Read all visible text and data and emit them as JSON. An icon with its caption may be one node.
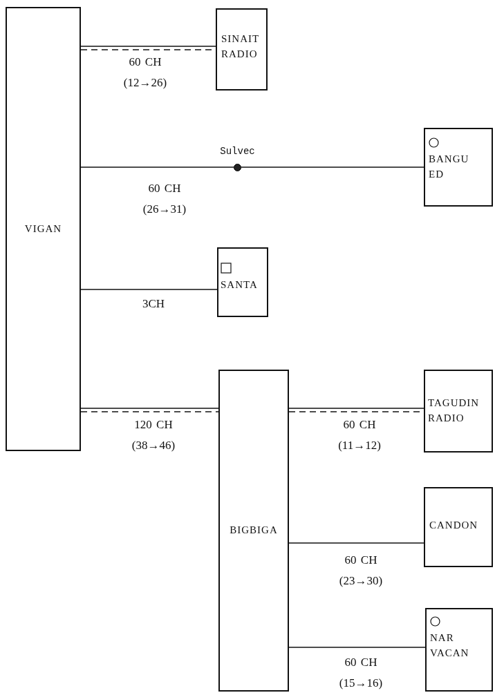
{
  "diagram": {
    "nodes": [
      {
        "text": [
          "VIGAN"
        ]
      },
      {
        "text": [
          "SINAIT RADIO"
        ]
      },
      {
        "text": [],
        "shape": "circle",
        "beside": [
          "Sulvec"
        ]
      },
      {
        "text": [
          "BANGU ED"
        ]
      },
      {
        "text": [
          "SANTA"
        ]
      },
      {
        "text": [
          "BIGBIGA"
        ]
      },
      {
        "text": [
          "TAGUDIN RADIO"
        ]
      },
      {
        "text": [
          "CANDON"
        ]
      },
      {
        "text": [
          "NAR VACAN"
        ]
      }
    ],
    "edges": [
      {
        "from": 0,
        "to": 1,
        "arrow": "none",
        "label": "60 CH (12→26)",
        "style": "dashed"
      },
      {
        "from": 0,
        "to": 2,
        "arrow": "none",
        "label": "60 CH (26→31)"
      },
      {
        "from": 2,
        "to": 3,
        "arrow": "none"
      },
      {
        "from": 0,
        "to": 4,
        "arrow": "none",
        "label": "3CH"
      },
      {
        "from": 0,
        "to": 5,
        "arrow": "none",
        "label": "120 CH (38→46)",
        "style": "dashed"
      },
      {
        "from": 5,
        "to": 6,
        "arrow": "none",
        "label": "60 CH (11→12)",
        "style": "dashed"
      },
      {
        "from": 5,
        "to": 7,
        "arrow": "none",
        "label": "60 CH (23→30)"
      },
      {
        "from": 5,
        "to": 8,
        "arrow": "none",
        "label": "60 CH (15→16)"
      }
    ]
  }
}
